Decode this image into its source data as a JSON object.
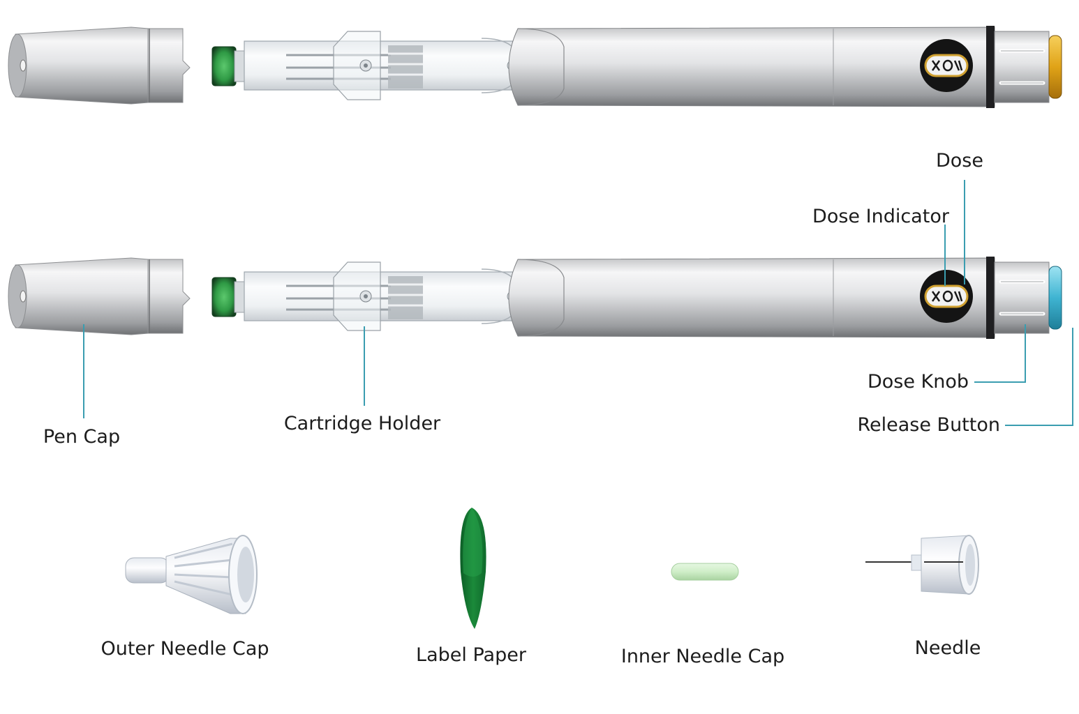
{
  "labels": {
    "dose": "Dose",
    "dose_indicator": "Dose Indicator",
    "pen_cap": "Pen Cap",
    "cartridge_holder": "Cartridge Holder",
    "dose_knob": "Dose Knob",
    "release_button": "Release Button",
    "outer_needle_cap": "Outer Needle Cap",
    "label_paper": "Label Paper",
    "inner_needle_cap": "Inner Needle Cap",
    "needle": "Needle"
  },
  "colors": {
    "leader_line": "#3a9db0",
    "pen_body": "#d4d5d7",
    "top_release_button": "#e0a317",
    "bottom_release_button": "#3fb4d2",
    "rubber_stopper": "#2f9a45",
    "label_paper": "#1b8a3a",
    "inner_needle_cap": "#cfeec8"
  }
}
